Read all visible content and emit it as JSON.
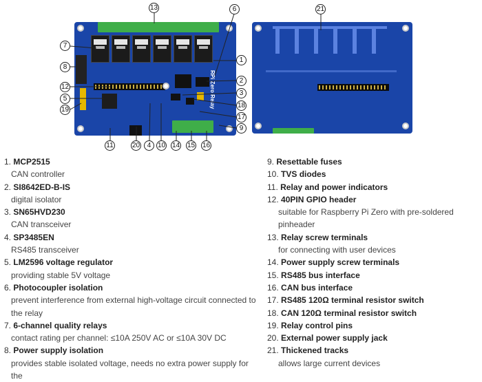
{
  "callouts": {
    "c1": "1",
    "c2": "2",
    "c3": "3",
    "c4": "4",
    "c5": "5",
    "c6": "6",
    "c7": "7",
    "c8": "8",
    "c9": "9",
    "c10": "10",
    "c11": "11",
    "c12": "12",
    "c13": "13",
    "c14": "14",
    "c15": "15",
    "c16": "16",
    "c17": "17",
    "c18": "18",
    "c19": "19",
    "c20": "20",
    "c21": "21"
  },
  "board": {
    "silkscreen": "RPi Zero Relay"
  },
  "items_left": [
    {
      "num": "1.",
      "name": "MCP2515",
      "desc": "CAN controller"
    },
    {
      "num": "2.",
      "name": "SI8642ED-B-IS",
      "desc": "digital isolator"
    },
    {
      "num": "3.",
      "name": "SN65HVD230",
      "desc": "CAN transceiver"
    },
    {
      "num": "4.",
      "name": "SP3485EN",
      "desc": "RS485 transceiver"
    },
    {
      "num": "5.",
      "name": "LM2596 voltage regulator",
      "desc": "providing stable 5V voltage"
    },
    {
      "num": "6.",
      "name": "Photocoupler isolation",
      "desc": "prevent interference from external high-voltage circuit connected to the relay"
    },
    {
      "num": "7.",
      "name": "6-channel quality relays",
      "desc": "contact rating per channel: ≤10A 250V AC or ≤10A 30V DC"
    },
    {
      "num": "8.",
      "name": "Power supply isolation",
      "desc": "provides stable isolated voltage, needs no extra power supply for the"
    }
  ],
  "items_right": [
    {
      "num": "9.",
      "name": "Resettable fuses",
      "desc": ""
    },
    {
      "num": "10.",
      "name": "TVS diodes",
      "desc": ""
    },
    {
      "num": "11.",
      "name": "Relay and power indicators",
      "desc": ""
    },
    {
      "num": "12.",
      "name": "40PIN GPIO header",
      "desc": "suitable for Raspberry Pi Zero with pre-soldered pinheader"
    },
    {
      "num": "13.",
      "name": "Relay screw terminals",
      "desc": "for connecting with user devices"
    },
    {
      "num": "14.",
      "name": "Power supply screw terminals",
      "desc": ""
    },
    {
      "num": "15.",
      "name": "RS485 bus interface",
      "desc": ""
    },
    {
      "num": "16.",
      "name": "CAN bus interface",
      "desc": ""
    },
    {
      "num": "17.",
      "name": "RS485 120Ω terminal resistor switch",
      "desc": ""
    },
    {
      "num": "18.",
      "name": "CAN 120Ω terminal resistor switch",
      "desc": ""
    },
    {
      "num": "19.",
      "name": "Relay control pins",
      "desc": ""
    },
    {
      "num": "20.",
      "name": "External power supply jack",
      "desc": ""
    },
    {
      "num": "21.",
      "name": "Thickened tracks",
      "desc": "allows large current devices"
    }
  ]
}
